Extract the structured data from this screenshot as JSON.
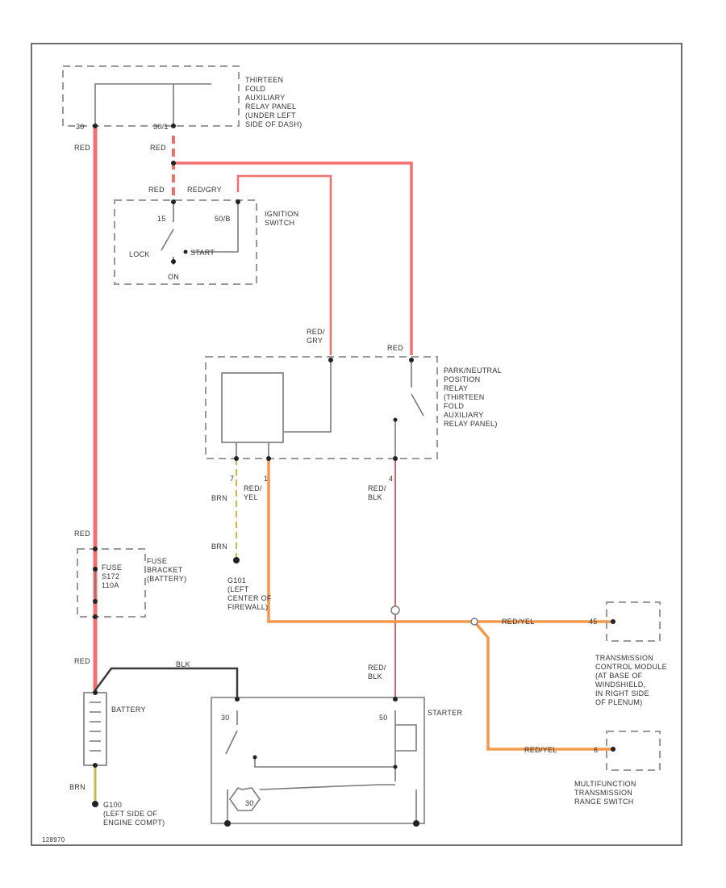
{
  "diagram": {
    "colors": {
      "red_wire": "#f26f6f",
      "orange_wire": "#f5984a",
      "brown_wire": "#c9b84d",
      "black_wire": "#3a3a3a",
      "dark_red_wire": "#d06a6a",
      "gray_wire": "#7a7a7a"
    },
    "components": {
      "relay_panel": [
        "THIRTEEN",
        "FOLD",
        "AUXILIARY",
        "RELAY PANEL",
        "(UNDER LEFT",
        "SIDE OF DASH)"
      ],
      "ignition_switch": [
        "IGNITION",
        "SWITCH"
      ],
      "park_neutral_relay": [
        "PARK/NEUTRAL",
        "POSITION",
        "RELAY",
        "(THIRTEEN",
        "FOLD",
        "AUXILIARY",
        "RELAY PANEL)"
      ],
      "fuse_bracket": [
        "FUSE",
        "BRACKET",
        "(BATTERY)"
      ],
      "fuse_label": [
        "FUSE",
        "S172",
        "110A"
      ],
      "battery": "BATTERY",
      "starter": "STARTER",
      "ground_g101": [
        "G101",
        "(LEFT",
        "CENTER OF",
        "FIREWALL)"
      ],
      "ground_g100": [
        "G100",
        "(LEFT SIDE OF",
        "ENGINE COMPT)"
      ],
      "tcm": [
        "TRANSMISSION",
        "CONTROL MODULE",
        "(AT BASE OF",
        "WINDSHIELD,",
        "IN RIGHT SIDE",
        "OF PLENUM)"
      ],
      "mfs": [
        "MULTIFUNCTION",
        "TRANSMISSION",
        "RANGE SWITCH"
      ]
    },
    "switch_positions": {
      "on": "ON",
      "lock": "LOCK",
      "start": "START",
      "term_15": "15",
      "term_50": "50/B",
      "term_30": "30"
    },
    "wire_labels": {
      "red": "RED",
      "red_gry": "RED/GRY",
      "red_gry_stack": [
        "RED/",
        "GRY"
      ],
      "red_yel": [
        "RED/",
        "YEL"
      ],
      "red_blk": [
        "RED/",
        "BLK"
      ],
      "brn": "BRN",
      "blk": "BLK",
      "red_yel_inline": "RED/YEL"
    },
    "terminals": {
      "t30_panel": "30",
      "t30a_panel": "30/1",
      "relay_pin_7": "7",
      "relay_pin_1": "1",
      "relay_pin_4": "4",
      "starter_30": "30",
      "starter_50": "50",
      "tcm_pin": "45",
      "mfs_pin": "6"
    },
    "footer_code": "128970"
  }
}
